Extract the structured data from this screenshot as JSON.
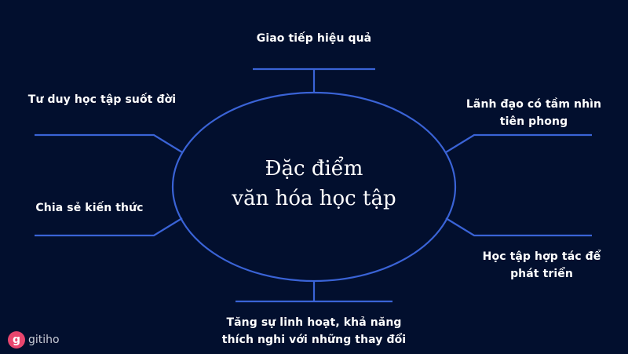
{
  "diagram": {
    "center": {
      "line1": "Đặc điểm",
      "line2": "văn hóa học tập"
    },
    "branches": [
      {
        "id": "top",
        "lines": [
          "Giao tiếp hiệu quả"
        ]
      },
      {
        "id": "top-left",
        "lines": [
          "Tư duy học tập suốt đời"
        ]
      },
      {
        "id": "top-right",
        "lines": [
          "Lãnh đạo có tầm nhìn",
          "tiên phong"
        ]
      },
      {
        "id": "bottom-left",
        "lines": [
          "Chia sẻ kiến thức"
        ]
      },
      {
        "id": "bottom-right",
        "lines": [
          "Học tập hợp tác để",
          "phát triển"
        ]
      },
      {
        "id": "bottom",
        "lines": [
          "Tăng sự linh hoạt, khả năng",
          "thích nghi với những thay đổi"
        ]
      }
    ],
    "colors": {
      "background": "#020f2e",
      "line": "#3a63d6",
      "text": "#ffffff"
    }
  },
  "branding": {
    "logo_icon": "gitiho-g-icon",
    "logo_letter": "g",
    "logo_text": "gitiho"
  }
}
